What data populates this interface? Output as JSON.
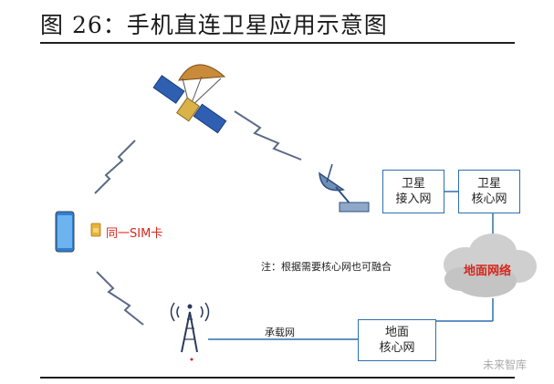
{
  "title": "图 26：手机直连卫星应用示意图",
  "nodes": {
    "sat_access": "卫星\n接入网",
    "sat_core": "卫星\n核心网",
    "ground_core": "地面\n核心网",
    "ground_network": "地面网络"
  },
  "labels": {
    "sim": "同一SIM卡",
    "note": "注：根据需要核心网也可融合",
    "bearer": "承载网"
  },
  "watermark": "未来智库",
  "colors": {
    "line": "#2e6fb0",
    "accent": "#d9261c",
    "cloud": "#c9c9c9"
  }
}
